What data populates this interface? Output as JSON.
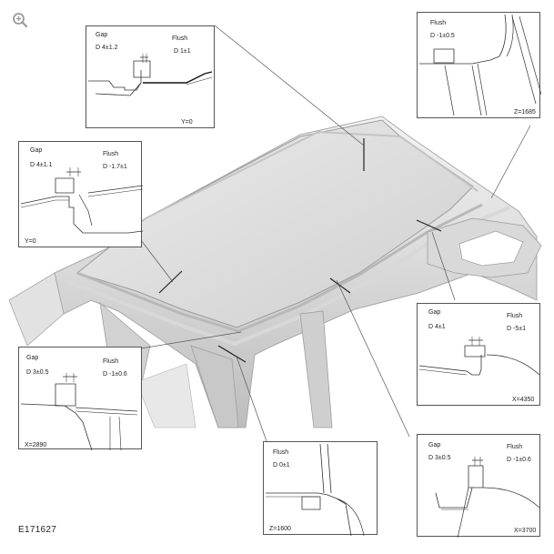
{
  "figure_id": "E171627",
  "zoom_icon": "zoom-in-icon",
  "insets": [
    {
      "id": "a",
      "labels": [
        "Gap",
        "D 4±1.2",
        "Flush",
        "D 1±1"
      ],
      "section": "Y=0"
    },
    {
      "id": "b",
      "labels": [
        "Flush",
        "D -1±0.5"
      ],
      "section": "Z=1685"
    },
    {
      "id": "c",
      "labels": [
        "Gap",
        "D 4±1.1",
        "Flush",
        "D -1.7±1"
      ],
      "section": "Y=0"
    },
    {
      "id": "d",
      "labels": [
        "Gap",
        "D 4±1",
        "Flush",
        "D -5±1"
      ],
      "section": "X=4350"
    },
    {
      "id": "e",
      "labels": [
        "Gap",
        "D 3±0.5",
        "Flush",
        "D -1±0.6"
      ],
      "section": "X=2890"
    },
    {
      "id": "f",
      "labels": [
        "Flush",
        "D 0±1"
      ],
      "section": "Z=1600"
    },
    {
      "id": "g",
      "labels": [
        "Gap",
        "D 3±0.5",
        "Flush",
        "D -1±0.6"
      ],
      "section": "X=3700"
    }
  ]
}
